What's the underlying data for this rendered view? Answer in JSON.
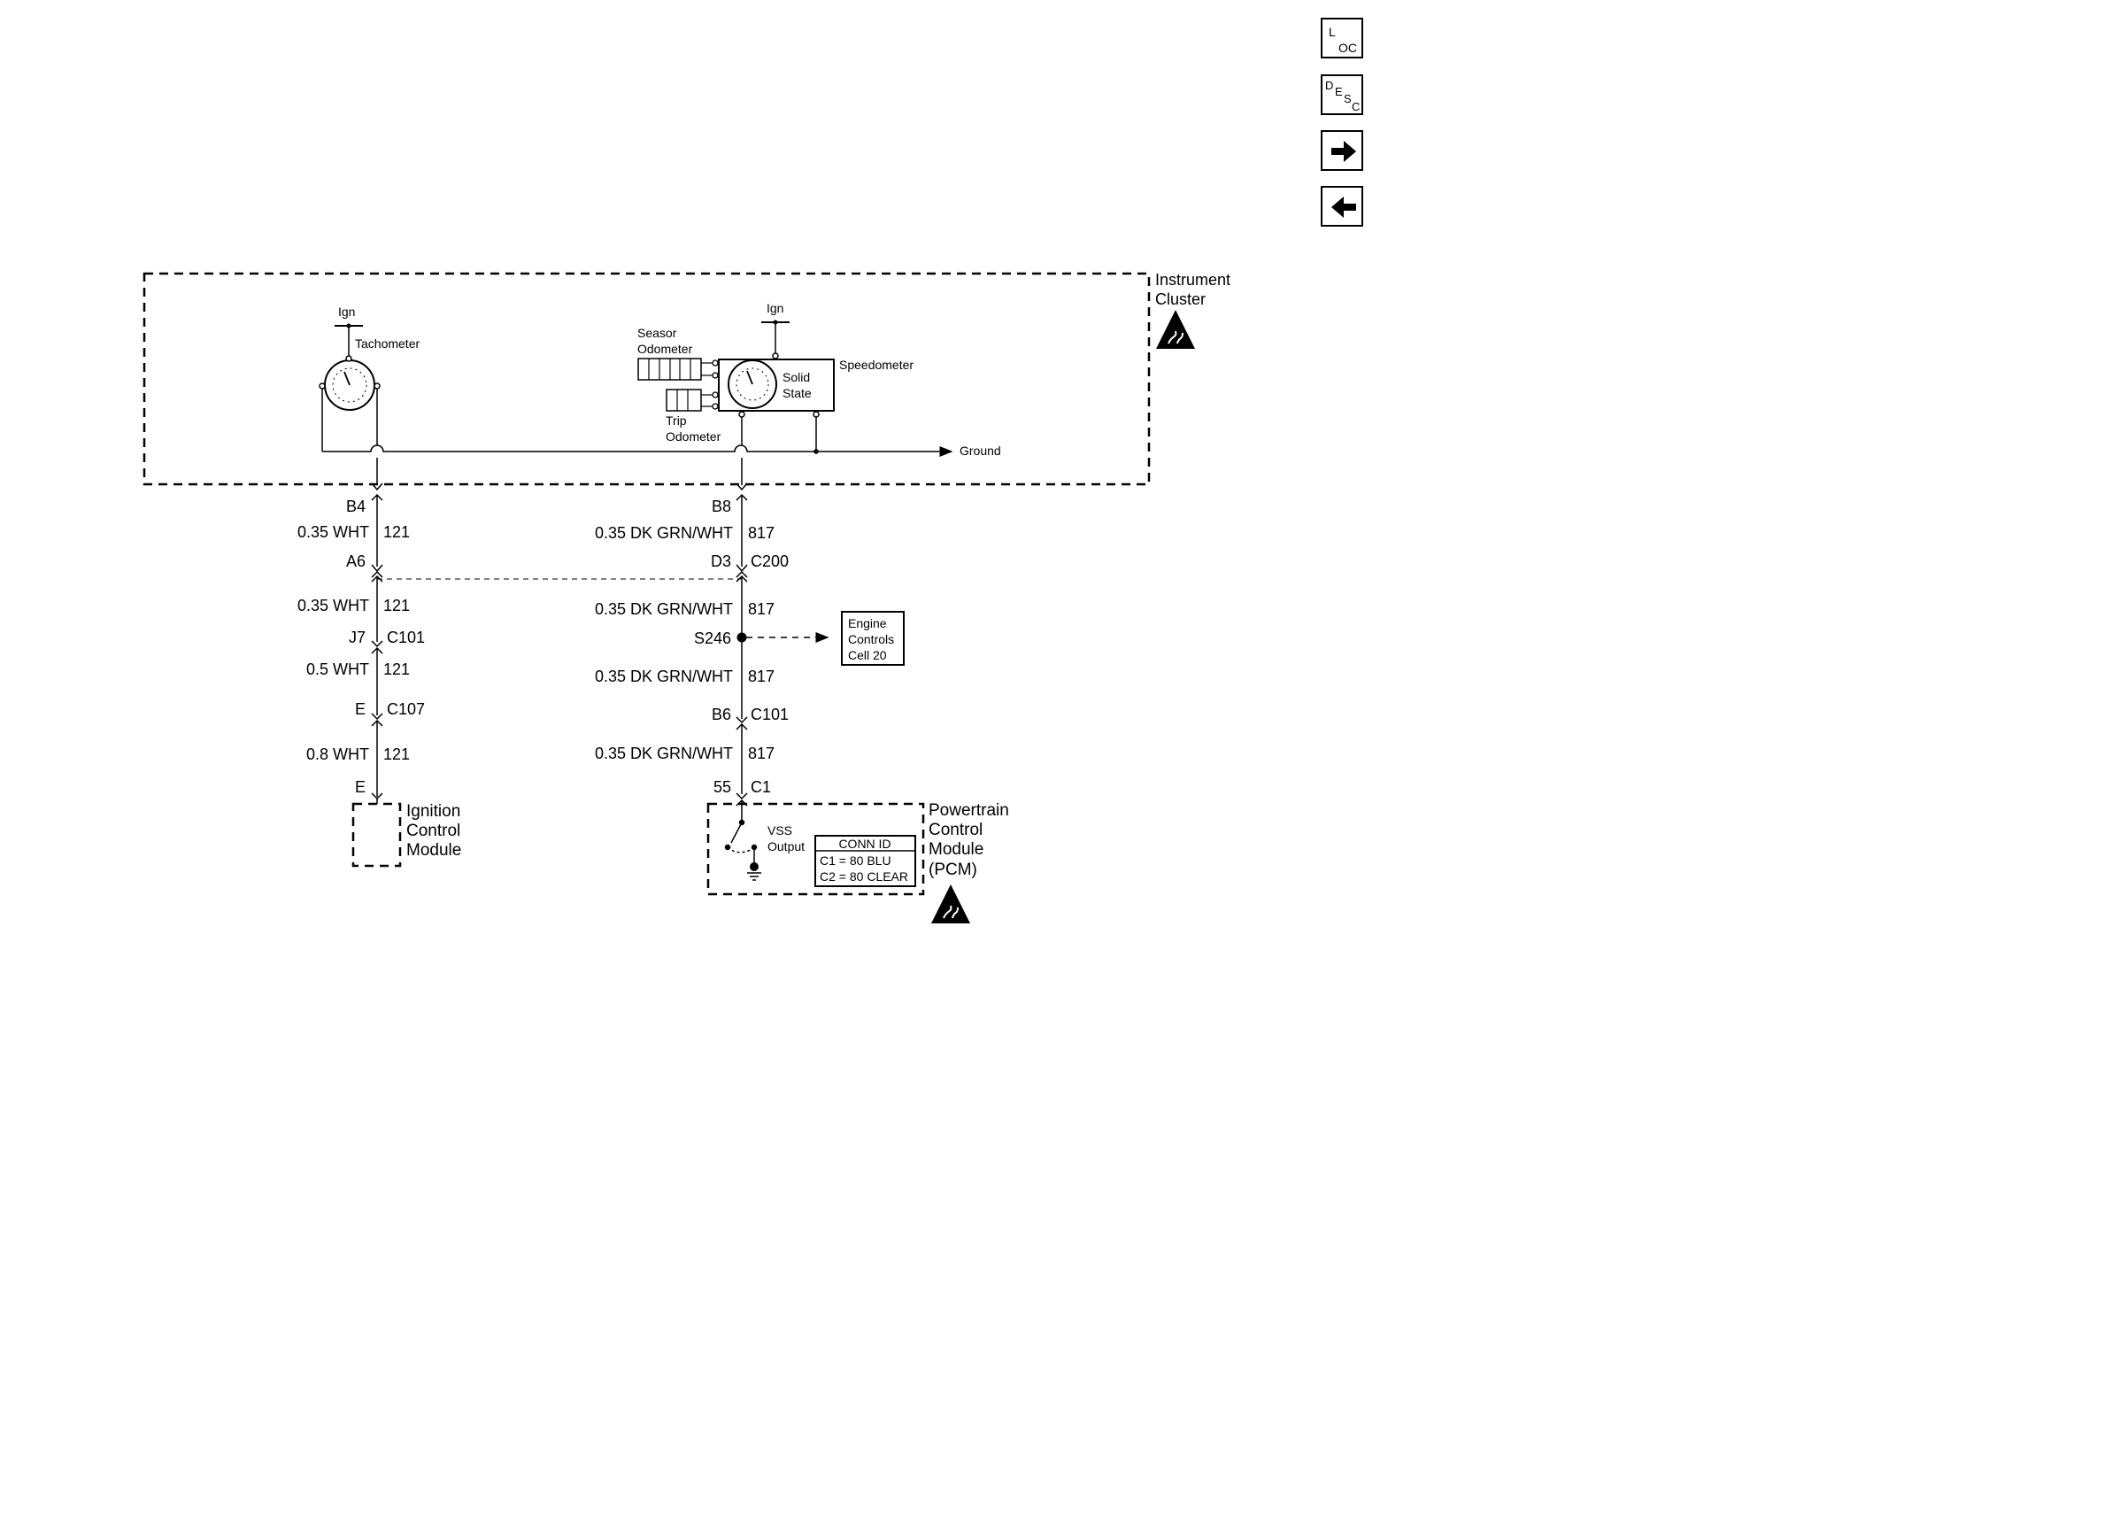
{
  "nav": {
    "loc": {
      "big": "L",
      "small": "OC",
      "icon": "location-icon"
    },
    "desc": {
      "big": "D",
      "mid": "E",
      "small": "S",
      "tail": "C",
      "icon": "description-icon"
    },
    "next": {
      "icon": "arrow-right-icon"
    },
    "prev": {
      "icon": "arrow-left-icon"
    }
  },
  "instrument_cluster": {
    "title_line1": "Instrument",
    "title_line2": "Cluster",
    "tachometer": {
      "ign": "Ign",
      "label": "Tachometer"
    },
    "speedometer": {
      "ign": "Ign",
      "label": "Speedometer",
      "solid_state_1": "Solid",
      "solid_state_2": "State",
      "season_odometer_1": "Seasor",
      "season_odometer_2": "Odometer",
      "trip_odometer_1": "Trip",
      "trip_odometer_2": "Odometer"
    },
    "ground_label": "Ground"
  },
  "left_circuit": {
    "pin_top": "B4",
    "wire1": "0.35 WHT",
    "circuit1": "121",
    "pin2": "A6",
    "wire2": "0.35 WHT",
    "circuit2": "121",
    "pin3": "J7",
    "conn3": "C101",
    "wire3": "0.5 WHT",
    "circuit3": "121",
    "pin4": "E",
    "conn4": "C107",
    "wire4": "0.8 WHT",
    "circuit4": "121",
    "pin5": "E",
    "module_line1": "Ignition",
    "module_line2": "Control",
    "module_line3": "Module"
  },
  "right_circuit": {
    "pin_top": "B8",
    "wire1": "0.35 DK GRN/WHT",
    "circuit1": "817",
    "pin2": "D3",
    "conn2": "C200",
    "wire2": "0.35 DK GRN/WHT",
    "circuit2": "817",
    "splice": "S246",
    "engine_controls_1": "Engine",
    "engine_controls_2": "Controls",
    "engine_controls_3": "Cell 20",
    "wire3": "0.35 DK GRN/WHT",
    "circuit3": "817",
    "pin4": "B6",
    "conn4": "C101",
    "wire4": "0.35 DK GRN/WHT",
    "circuit4": "817",
    "pin5": "55",
    "conn5": "C1"
  },
  "pcm": {
    "title_line1": "Powertrain",
    "title_line2": "Control",
    "title_line3": "Module",
    "title_line4": "(PCM)",
    "vss_1": "VSS",
    "vss_2": "Output",
    "conn_id_header": "CONN ID",
    "conn_c1": "C1 = 80 BLU",
    "conn_c2": "C2 = 80 CLEAR"
  },
  "esd_icon": "esd-warning-icon"
}
